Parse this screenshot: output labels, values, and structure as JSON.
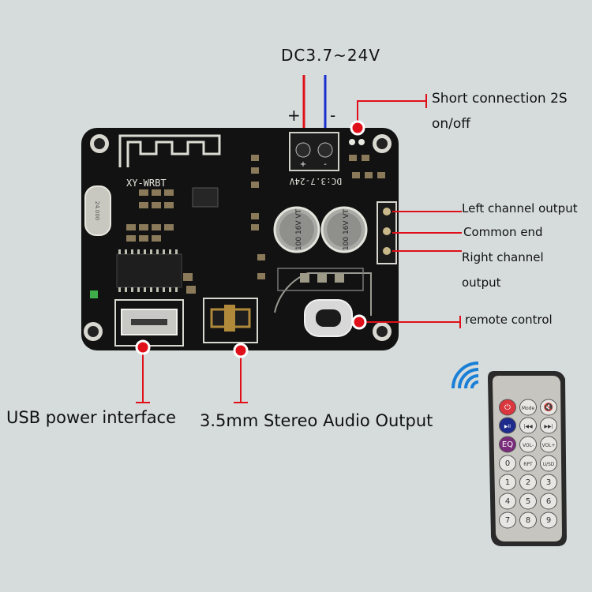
{
  "labels": {
    "power": "DC3.7~24V",
    "plus": "+",
    "minus": "-",
    "short_line1": "Short connection 2S",
    "short_line2": "on/off",
    "left_channel": "Left channel output",
    "common": "Common end",
    "right_line1": "Right channel",
    "right_line2": "output",
    "remote_control": "remote control",
    "usb": "USB power interface",
    "audio": "3.5mm Stereo Audio Output"
  },
  "board": {
    "model": "XY-WRBT",
    "voltage": "DC:3.7-24V",
    "cap1": "100 16V VT",
    "cap2": "100 16V VT",
    "crystal": "24.000",
    "term_plus": "+",
    "term_minus": "-"
  },
  "remote": {
    "keys": [
      "⏻",
      "Mode",
      "🔇",
      "▶II",
      "|◀◀",
      "▶▶|",
      "EQ",
      "VOL-",
      "VOL+",
      "0",
      "RPT",
      "U/SD",
      "1",
      "2",
      "3",
      "4",
      "5",
      "6",
      "7",
      "8",
      "9"
    ]
  },
  "colors": {
    "background": "#d6dcdc",
    "leader": "#e0101a",
    "wire_positive": "#e0101a",
    "wire_negative": "#1a2fd0",
    "board": "#111111",
    "bluetooth_waves": "#1a7fd6"
  }
}
